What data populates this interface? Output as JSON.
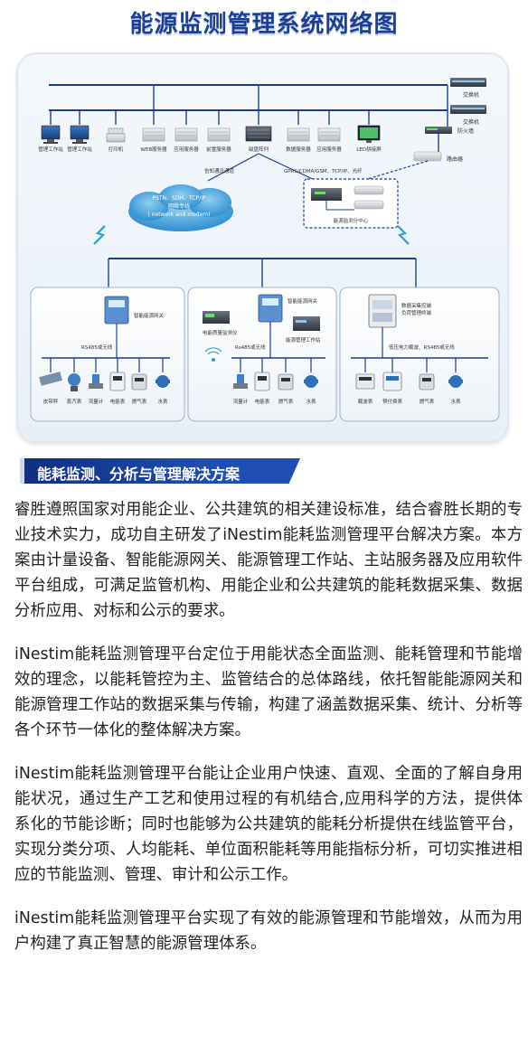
{
  "title": "能源监测管理系统网络图",
  "diagram": {
    "top_devices": [
      "管理工作站",
      "管理工作站",
      "打印机",
      "WEB服务器",
      "应用服务器",
      "前置服务器",
      "磁盘阵列",
      "数据服务器",
      "应用服务器",
      "LED拼接屏"
    ],
    "right_devices": [
      "交换机",
      "交换机",
      "防火墙",
      "路由器"
    ],
    "link_labels": [
      "告知通讯通道",
      "GPRS/CDMA/GSM、TCP/IP、光纤"
    ],
    "cloud_text": [
      "PSTN、SDH、TCP/IP",
      "网络专线",
      "( network and modem)"
    ],
    "sub_center": "能源监测分中心",
    "panel1": {
      "gateway": "智能能源网关",
      "bus": "RS485或无线",
      "meters": [
        "皮带秤",
        "蒸汽表",
        "流量计",
        "电能表",
        "燃气表",
        "水表"
      ]
    },
    "panel2": {
      "gateway": "智能能源网关",
      "analyzer": "电能质量监测仪",
      "bus": "Rs485或无线",
      "station": "能源管理工作站",
      "meters": [
        "流量计",
        "电能表",
        "燃气表",
        "水表"
      ]
    },
    "panel3": {
      "terminal": [
        "数据采集控端",
        "负荷管理终端"
      ],
      "bus": "低压电力载波、RS485或无线",
      "meters": [
        "载波表",
        "预付费表",
        "燃气表",
        "水表"
      ]
    }
  },
  "section_heading": "能耗监测、分析与管理解决方案",
  "paragraphs": [
    "睿胜遵照国家对用能企业、公共建筑的相关建设标准，结合睿胜长期的专业技术实力，成功自主研发了iNestim能耗监测管理平台解决方案。本方案由计量设备、智能能源网关、能源管理工作站、主站服务器及应用软件平台组成，可满足监管机构、用能企业和公共建筑的能耗数据采集、数据分析应用、对标和公示的要求。",
    "iNestim能耗监测管理平台定位于用能状态全面监测、能耗管理和节能增效的理念，以能耗管控为主、监管结合的总体路线，依托智能能源网关和能源管理工作站的数据采集与传输，构建了涵盖数据采集、统计、分析等各个环节一体化的整体解决方案。",
    "iNestim能耗监测管理平台能让企业用户快速、直观、全面的了解自身用能状况，通过生产工艺和使用过程的有机结合,应用科学的方法，提供体系化的节能诊断；同时也能够为公共建筑的能耗分析提供在线监管平台，实现分类分项、人均能耗、单位面积能耗等用能指标分析，可切实推进相应的节能监测、管理、审计和公示工作。",
    "iNestim能耗监测管理平台实现了有效的能源管理和节能增效，从而为用户构建了真正智慧的能源管理体系。"
  ],
  "colors": {
    "title": "#1c3f95",
    "banner": "#1f4fb4",
    "line": "#1c3f95",
    "accent": "#2aa0d8"
  }
}
